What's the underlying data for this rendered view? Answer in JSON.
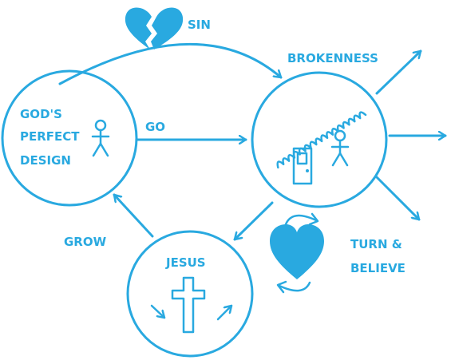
{
  "labels": {
    "sin": "SIN",
    "brokenness": "BROKENNESS",
    "gods": "GOD'S",
    "perfect": "PERFECT",
    "design": "DESIGN",
    "go": "GO",
    "grow": "GROW",
    "jesus": "JESUS",
    "turn": "TURN &",
    "believe": "BELIEVE"
  },
  "colors": {
    "accent": "#29a9e0",
    "background": "#ffffff"
  },
  "icons": [
    "broken-heart-icon",
    "person-icon",
    "door-icon",
    "zigzag-icon",
    "cross-icon",
    "heart-icon",
    "cycle-arrows-icon"
  ]
}
